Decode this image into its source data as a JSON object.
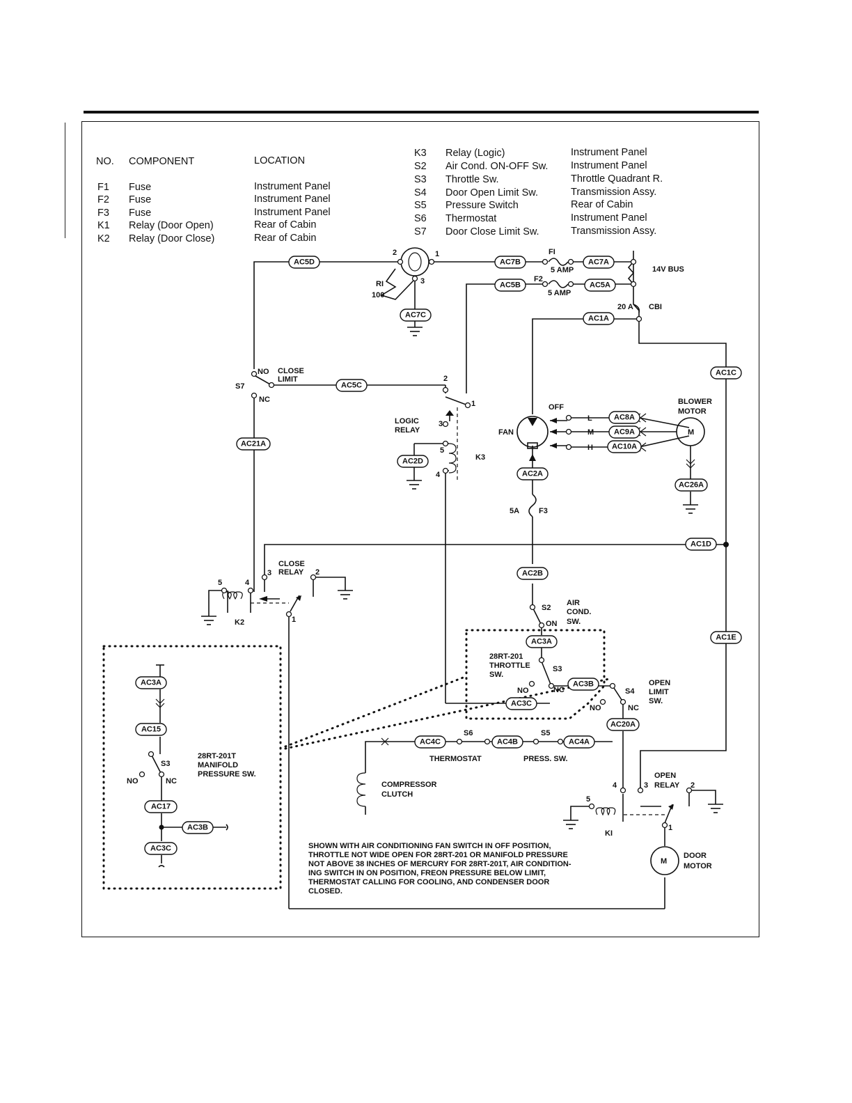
{
  "legend": {
    "headers": {
      "no": "NO.",
      "component": "COMPONENT",
      "location": "LOCATION"
    },
    "left": [
      {
        "no": "F1",
        "component": "Fuse",
        "location": "Instrument Panel"
      },
      {
        "no": "F2",
        "component": "Fuse",
        "location": "Instrument Panel"
      },
      {
        "no": "F3",
        "component": "Fuse",
        "location": "Instrument Panel"
      },
      {
        "no": "K1",
        "component": "Relay (Door Open)",
        "location": "Rear of Cabin"
      },
      {
        "no": "K2",
        "component": "Relay (Door Close)",
        "location": "Rear of Cabin"
      }
    ],
    "right": [
      {
        "no": "K3",
        "component": "Relay (Logic)",
        "location": "Instrument Panel"
      },
      {
        "no": "S2",
        "component": "Air Cond. ON-OFF Sw.",
        "location": "Instrument Panel"
      },
      {
        "no": "S3",
        "component": "Throttle Sw.",
        "location": "Throttle Quadrant R."
      },
      {
        "no": "S4",
        "component": "Door Open Limit Sw.",
        "location": "Transmission Assy."
      },
      {
        "no": "S5",
        "component": "Pressure Switch",
        "location": "Rear of Cabin"
      },
      {
        "no": "S6",
        "component": "Thermostat",
        "location": "Instrument Panel"
      },
      {
        "no": "S7",
        "component": "Door Close Limit Sw.",
        "location": "Transmission Assy."
      }
    ]
  },
  "wires": {
    "ac5d": "AC5D",
    "ac7b": "AC7B",
    "ac7a": "AC7A",
    "ac5b": "AC5B",
    "ac5a": "AC5A",
    "ac7c": "AC7C",
    "ac1a": "AC1A",
    "ac1c": "AC1C",
    "ac5c": "AC5C",
    "ac21a": "AC21A",
    "ac2d": "AC2D",
    "ac8a": "AC8A",
    "ac9a": "AC9A",
    "ac10a": "AC10A",
    "ac26a": "AC26A",
    "ac2a": "AC2A",
    "ac1d": "AC1D",
    "ac2b": "AC2B",
    "ac1e": "AC1E",
    "ac3a": "AC3A",
    "ac3b": "AC3B",
    "ac3c": "AC3C",
    "ac20a": "AC20A",
    "ac4c": "AC4C",
    "ac4b": "AC4B",
    "ac4a": "AC4A",
    "ac15": "AC15",
    "ac17": "AC17"
  },
  "labels": {
    "bus": "14V BUS",
    "f1": "FI",
    "f1_rating": "5 AMP",
    "f2": "F2",
    "f2_rating": "5 AMP",
    "cb1": "CBI",
    "cb1_rating": "20 A",
    "r1": "RI",
    "r1_value": "100",
    "n1": "1",
    "n2": "2",
    "n3": "3",
    "n4": "4",
    "n5": "5",
    "s7": "S7",
    "no": "NO",
    "nc": "NC",
    "close_limit": [
      "CLOSE",
      "LIMIT"
    ],
    "logic_relay": [
      "LOGIC",
      "RELAY"
    ],
    "k3": "K3",
    "k2": "K2",
    "k1": "KI",
    "off": "OFF",
    "fan": "FAN",
    "low": "L",
    "med": "M",
    "high": "H",
    "blower_motor": [
      "BLOWER",
      "MOTOR"
    ],
    "motor": "M",
    "f3": "F3",
    "f3_rating": "5A",
    "close_relay": [
      "CLOSE",
      "RELAY"
    ],
    "s2": "S2",
    "on": "ON",
    "air_cond_sw": [
      "AIR",
      "COND.",
      "SW."
    ],
    "throttle_sw": [
      "28RT-201",
      "THROTTLE",
      "SW."
    ],
    "s3": "S3",
    "s4": "S4",
    "open_limit_sw": [
      "OPEN",
      "LIMIT",
      "SW."
    ],
    "s6": "S6",
    "s5": "S5",
    "thermostat": "THERMOSTAT",
    "press_sw": "PRESS. SW.",
    "compressor_clutch": [
      "COMPRESSOR",
      "CLUTCH"
    ],
    "open_relay": [
      "OPEN",
      "RELAY"
    ],
    "door_motor": [
      "DOOR",
      "MOTOR"
    ],
    "manifold_sw": [
      "28RT-201T",
      "MANIFOLD",
      "PRESSURE SW."
    ],
    "note": [
      "SHOWN WITH AIR CONDITIONING FAN SWITCH IN OFF POSITION,",
      "THROTTLE NOT WIDE OPEN FOR 28RT-201 OR MANIFOLD PRESSURE",
      "NOT ABOVE 38 INCHES OF MERCURY FOR 28RT-201T, AIR CONDITION-",
      "ING SWITCH IN ON POSITION, FREON PRESSURE BELOW LIMIT,",
      "THERMOSTAT CALLING FOR COOLING, AND CONDENSER DOOR",
      "CLOSED."
    ]
  }
}
